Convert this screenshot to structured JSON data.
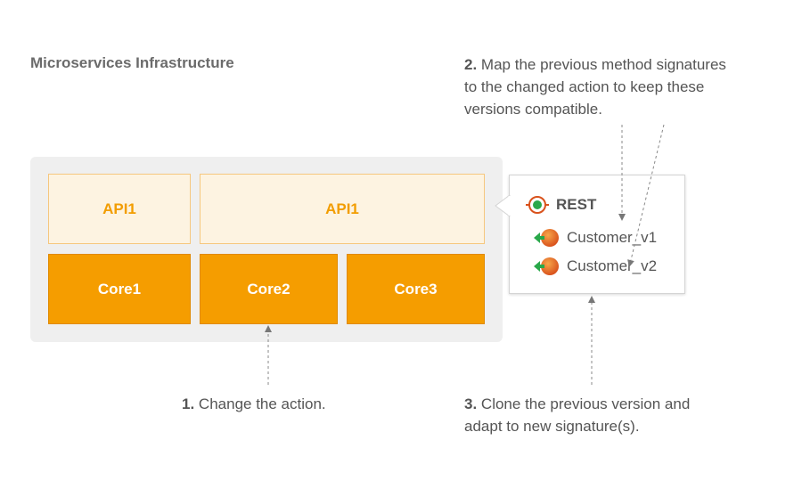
{
  "title": "Microservices Infrastructure",
  "api_boxes": [
    "API1",
    "API1"
  ],
  "core_boxes": [
    "Core1",
    "Core2",
    "Core3"
  ],
  "popup": {
    "header": "REST",
    "items": [
      "Customer_v1",
      "Customer_v2"
    ]
  },
  "notes": {
    "step1": {
      "number": "1.",
      "text": "Change the action."
    },
    "step2": {
      "number": "2.",
      "line1": "Map the previous method signatures",
      "line2": "to the changed action to keep these",
      "line3": "versions compatible."
    },
    "step3": {
      "number": "3.",
      "line1": "Clone the previous version and",
      "line2": "adapt to new signature(s)."
    }
  },
  "colors": {
    "orange": "#f59d00",
    "api_fill": "#fdf3e1",
    "green": "#2aa84a"
  }
}
